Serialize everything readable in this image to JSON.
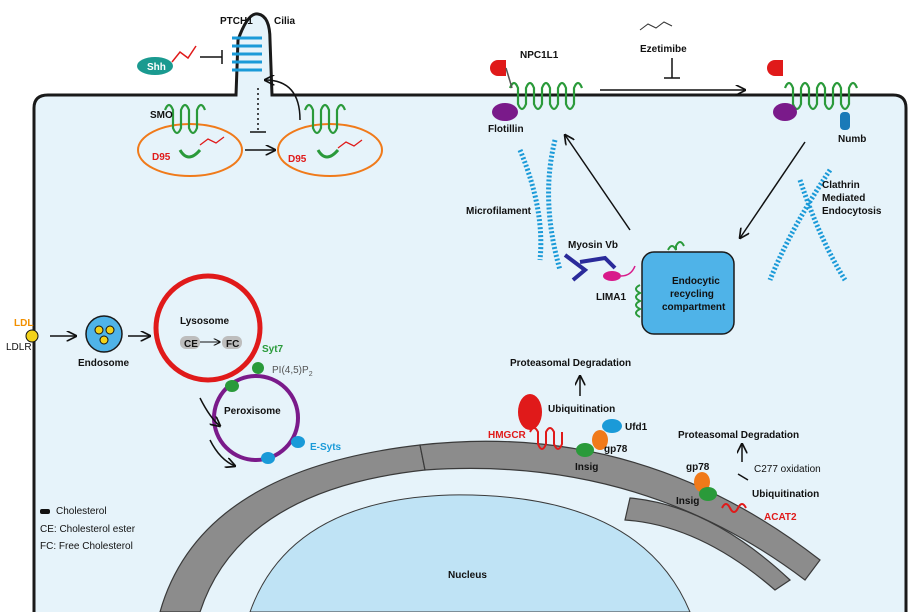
{
  "labels": {
    "ptch1": "PTCH1",
    "cilia": "Cilia",
    "shh": "Shh",
    "smo": "SMO",
    "d95_a": "D95",
    "d95_b": "D95",
    "npc1l1": "NPC1L1",
    "ezetimibe": "Ezetimibe",
    "flotillin": "Flotillin",
    "numb": "Numb",
    "microfilament": "Microfilament",
    "myosin": "Myosin Vb",
    "clathrin": "Clathrin",
    "mediated": "Mediated",
    "endocytosis": "Endocytosis",
    "lima1": "LIMA1",
    "endocytic1": "Endocytic",
    "endocytic2": "recycling",
    "endocytic3": "compartment",
    "ldl": "LDL",
    "ldlr": "LDLR",
    "endosome": "Endosome",
    "lysosome": "Lysosome",
    "ce": "CE",
    "fc": "FC",
    "syt7": "Syt7",
    "pi45p2": "PI(4,5)P",
    "pi45p2_sub": "2",
    "peroxisome": "Peroxisome",
    "esyts": "E-Syts",
    "proteasomal1": "Proteasomal Degradation",
    "ubiquitination1": "Ubiquitination",
    "ufd1": "Ufd1",
    "hmgcr": "HMGCR",
    "gp78_a": "gp78",
    "insig_a": "Insig",
    "proteasomal2": "Proteasomal Degradation",
    "c277": "C277 oxidation",
    "gp78_b": "gp78",
    "insig_b": "Insig",
    "ubiquitination2": "Ubiquitination",
    "acat2": "ACAT2",
    "nucleus": "Nucleus"
  },
  "legend": {
    "item1": "Cholesterol",
    "item2": "CE: Cholesterol ester",
    "item3": "FC: Free Cholesterol"
  },
  "colors": {
    "cell_fill": "#e6f3fa",
    "cell_stroke": "#1a1a1a",
    "er_fill": "#8c8c8c",
    "nucleus_fill": "#bfe3f5",
    "green": "#2a9a3a",
    "red": "#e01a1a",
    "orange_ring": "#f07a1a",
    "purple": "#7a1a8a",
    "blue": "#1a9ad8",
    "endocytic_fill": "#4fb3e8"
  }
}
